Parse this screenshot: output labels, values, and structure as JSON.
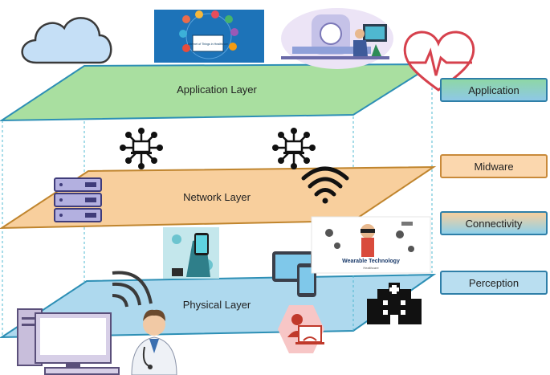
{
  "layers": {
    "application": "Application Layer",
    "network": "Network Layer",
    "physical": "Physical Layer"
  },
  "side_labels": {
    "application": "Application",
    "midware": "Midware",
    "connectivity": "Connectivity",
    "perception": "Perception"
  },
  "images": {
    "healthcare_title": "Internet of Things in Healthcare",
    "wearable_title": "Wearable Technology",
    "wearable_subtitle": "Healthcare"
  },
  "colors": {
    "application_layer": "#a9dfa0",
    "network_layer": "#f8cf9d",
    "physical_layer": "#aed9ee",
    "layer_border_blue": "#2d8fb5",
    "layer_border_orange": "#c0852e",
    "guide_lines": "#4fb8d0"
  },
  "icons": [
    "cloud-icon",
    "heart-pulse-icon",
    "network-hub-icon",
    "wifi-icon",
    "server-icon",
    "tablet-icon",
    "phone-icon",
    "hospital-icon",
    "doctor-icon",
    "desktop-icon",
    "remote-monitor-icon"
  ]
}
